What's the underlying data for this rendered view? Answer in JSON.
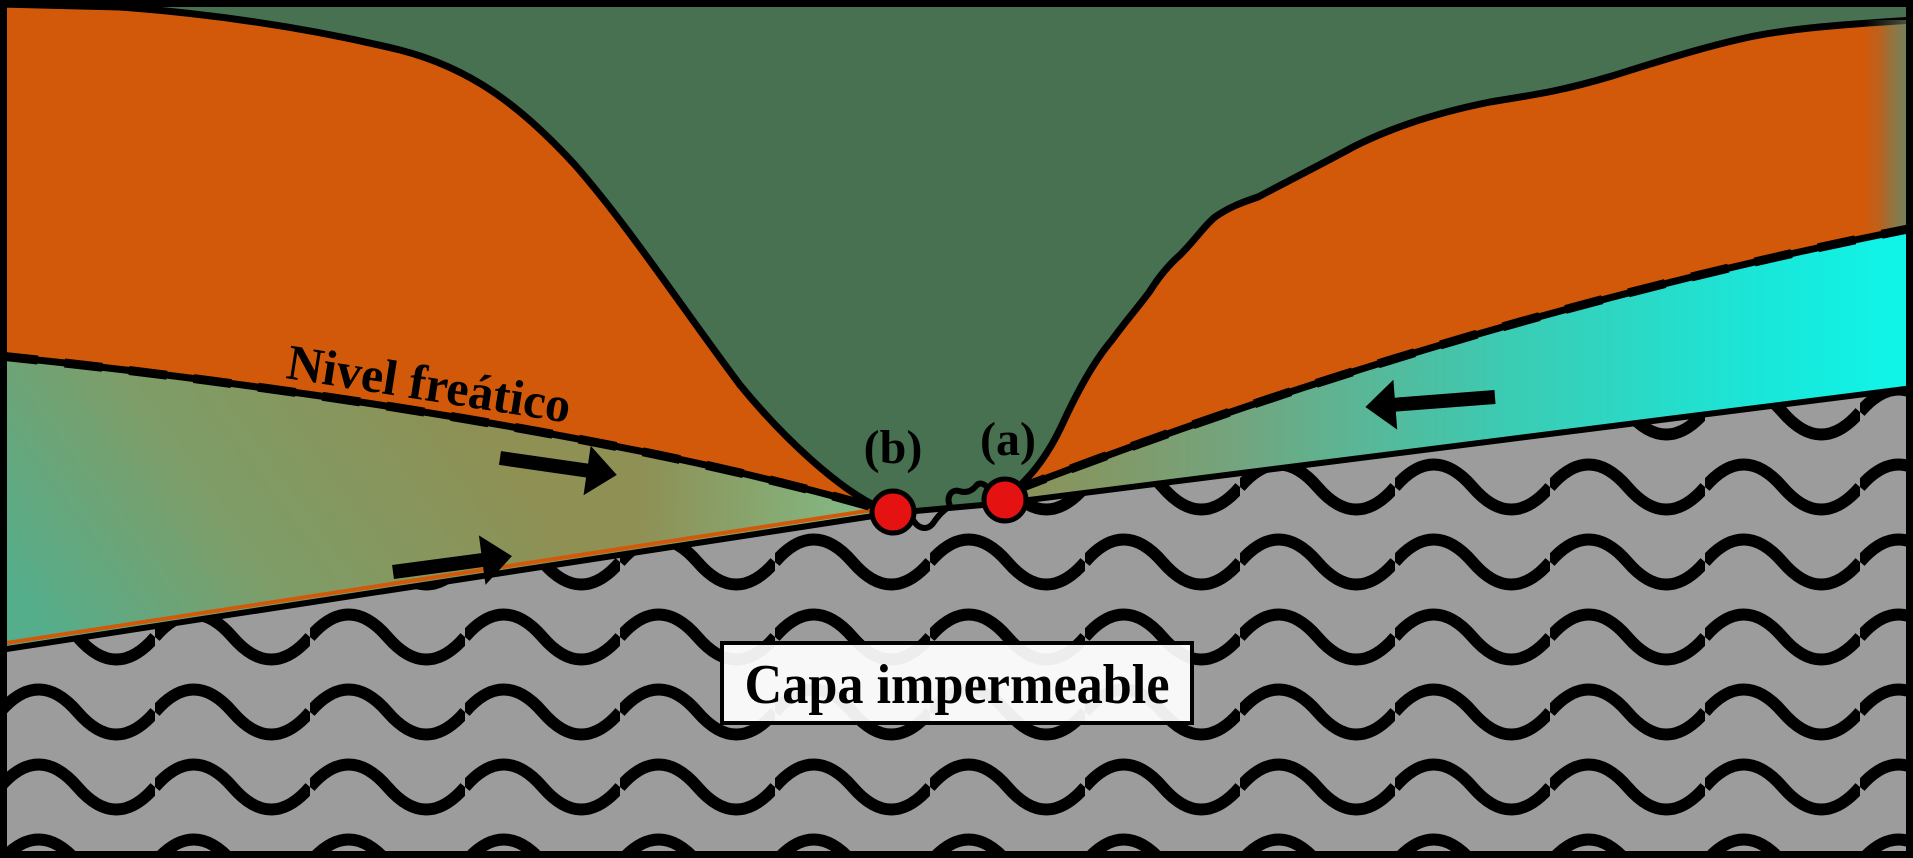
{
  "diagram": {
    "type": "hydrogeology-valley-cross-section",
    "labels": {
      "water_table": "Nivel freático",
      "impermeable_layer": "Capa impermeable",
      "spring_a": "(a)",
      "spring_b": "(b)"
    },
    "springs": [
      {
        "id": "b",
        "label": "(b)",
        "position": "valley-floor-left"
      },
      {
        "id": "a",
        "label": "(a)",
        "position": "valley-floor-right"
      }
    ],
    "arrows": [
      {
        "id": "left-flow-upper",
        "direction": "right",
        "meaning": "groundwater flow toward valley"
      },
      {
        "id": "left-flow-lower",
        "direction": "right",
        "meaning": "groundwater flow toward valley"
      },
      {
        "id": "right-flow",
        "direction": "left",
        "meaning": "groundwater flow toward valley"
      }
    ],
    "colors": {
      "sky": "#477150",
      "orange": "#D2590A",
      "gray": "#9C9C9C",
      "wave_black": "#000000",
      "arrow_black": "#000000",
      "spring_red": "#E51212",
      "olive": "#8E9054",
      "teal": "#54AE8C",
      "sage": "#7E9D68",
      "tip_green": "#7FC492",
      "cyan_bright": "#0FF6EA",
      "cyan_mid": "#3CCBB3",
      "label_box_fill": "#FFFFFF",
      "line_black": "#000000"
    }
  }
}
